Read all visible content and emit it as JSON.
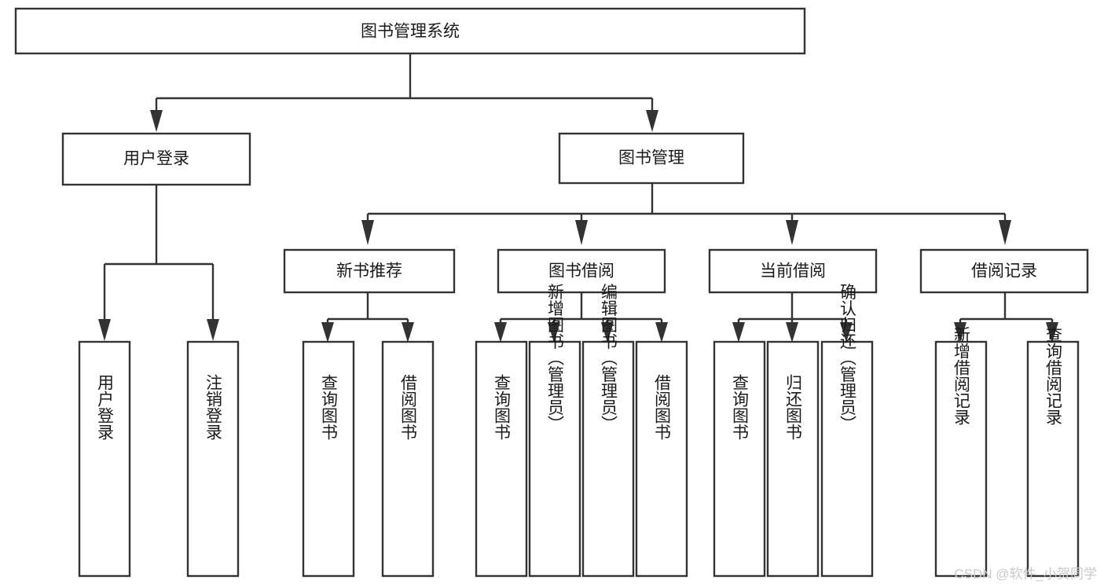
{
  "diagram": {
    "type": "tree-hierarchy",
    "title": "图书管理系统",
    "root": {
      "id": "root",
      "label": "图书管理系统",
      "orientation": "horizontal"
    },
    "level1": [
      {
        "id": "user-login",
        "label": "用户登录",
        "orientation": "horizontal"
      },
      {
        "id": "book-management",
        "label": "图书管理",
        "orientation": "horizontal"
      }
    ],
    "level2": [
      {
        "id": "new-book-recommend",
        "label": "新书推荐",
        "parent": "book-management",
        "orientation": "horizontal"
      },
      {
        "id": "book-borrow",
        "label": "图书借阅",
        "parent": "book-management",
        "orientation": "horizontal"
      },
      {
        "id": "current-borrow",
        "label": "当前借阅",
        "parent": "book-management",
        "orientation": "horizontal"
      },
      {
        "id": "borrow-record",
        "label": "借阅记录",
        "parent": "book-management",
        "orientation": "horizontal"
      }
    ],
    "leaves": [
      {
        "id": "leaf-user-login",
        "label": "用户登录",
        "parent": "user-login",
        "orientation": "vertical"
      },
      {
        "id": "leaf-logout-login",
        "label": "注销登录",
        "parent": "user-login",
        "orientation": "vertical"
      },
      {
        "id": "leaf-query-book-1",
        "label": "查询图书",
        "parent": "new-book-recommend",
        "orientation": "vertical"
      },
      {
        "id": "leaf-borrow-book-1",
        "label": "借阅图书",
        "parent": "new-book-recommend",
        "orientation": "vertical"
      },
      {
        "id": "leaf-query-book-2",
        "label": "查询图书",
        "parent": "book-borrow",
        "orientation": "vertical"
      },
      {
        "id": "leaf-add-book",
        "label": "新增图书（管理员）",
        "parent": "book-borrow",
        "orientation": "vertical"
      },
      {
        "id": "leaf-edit-book",
        "label": "编辑图书（管理员）",
        "parent": "book-borrow",
        "orientation": "vertical"
      },
      {
        "id": "leaf-borrow-book-2",
        "label": "借阅图书",
        "parent": "book-borrow",
        "orientation": "vertical"
      },
      {
        "id": "leaf-query-book-3",
        "label": "查询图书",
        "parent": "current-borrow",
        "orientation": "vertical"
      },
      {
        "id": "leaf-return-book",
        "label": "归还图书",
        "parent": "current-borrow",
        "orientation": "vertical"
      },
      {
        "id": "leaf-confirm-return",
        "label": "确认归还（管理员）",
        "parent": "current-borrow",
        "orientation": "vertical"
      },
      {
        "id": "leaf-add-record",
        "label": "新增借阅记录",
        "parent": "borrow-record",
        "orientation": "vertical"
      },
      {
        "id": "leaf-query-record",
        "label": "查询借阅记录",
        "parent": "borrow-record",
        "orientation": "vertical"
      }
    ],
    "colors": {
      "box_stroke": "#333333",
      "box_fill": "#ffffff",
      "text": "#1a1a1a",
      "background": "#ffffff",
      "watermark": "#c9c9c9"
    }
  },
  "watermark": {
    "label": "CSDN @软件_小贺同学"
  }
}
